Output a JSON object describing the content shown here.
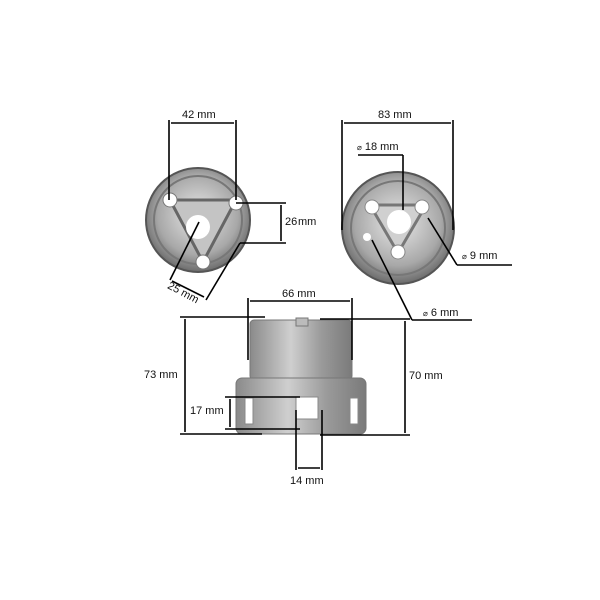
{
  "diagram": {
    "subject": "metal cup / cap part, three views with dimensions",
    "colors": {
      "line": "#000000",
      "metal_dark": "#6e6e6e",
      "metal_mid": "#a9a9a9",
      "metal_light": "#dcdcdc",
      "background": "#ffffff"
    },
    "views": {
      "top_left": {
        "dimensions": {
          "hole_spacing": "42 mm",
          "vertical_offset": "26",
          "vertical_offset_unit": "mm",
          "diag": "25 mm"
        }
      },
      "top_right": {
        "dimensions": {
          "outer_diameter": "83 mm",
          "center_hole": "18 mm",
          "mount_hole": "9 mm",
          "small_hole": "6 mm",
          "diameter_symbol": "⌀"
        }
      },
      "side": {
        "dimensions": {
          "top_diameter": "66 mm",
          "total_height": "73 mm",
          "body_height": "70 mm",
          "slot_height": "17 mm",
          "slot_width": "14 mm"
        }
      }
    }
  }
}
